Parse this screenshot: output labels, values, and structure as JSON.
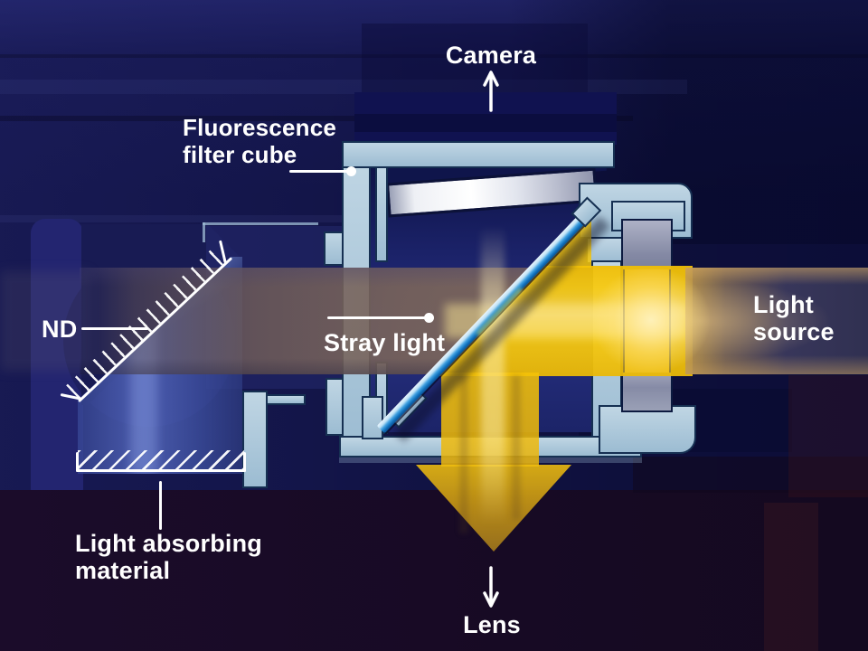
{
  "diagram": {
    "labels": {
      "camera": "Camera",
      "fluorescence_filter_cube": "Fluorescence\nfilter cube",
      "nd": "ND",
      "stray_light": "Stray light",
      "light_source": "Light\nsource",
      "light_absorbing_material": "Light absorbing\nmaterial",
      "lens": "Lens"
    },
    "icons": {
      "camera_arrow": "arrow-up-icon",
      "lens_arrow": "arrow-down-icon"
    },
    "colors": {
      "background_navy": "#131549",
      "housing_pale_blue": "#a7c4d8",
      "excitation_beam_yellow": "#f6c70a",
      "stray_light_brown": "#75605a",
      "dichroic_mirror_blue": "#2e97dd",
      "absorbed_beam_blue": "#4a5ca8",
      "emission_filter_silver": "#eef0f5",
      "bottom_shadow_purple": "#180b26",
      "label_text": "#ffffff"
    }
  }
}
